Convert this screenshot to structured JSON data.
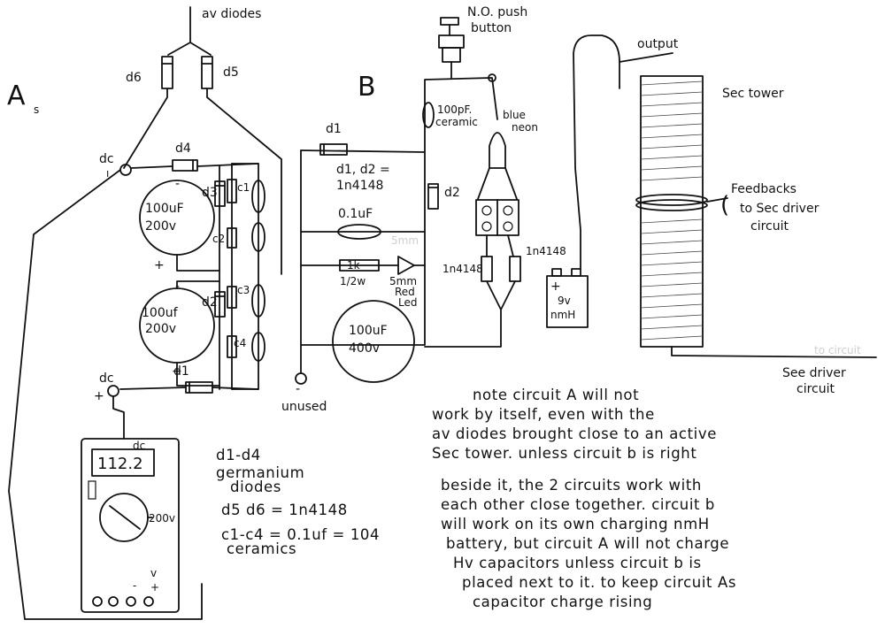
{
  "circuit_a": {
    "label": "A",
    "subscript": "s",
    "av_diodes_label": "av diodes",
    "d6": "d6",
    "d5": "d5",
    "d4": "d4",
    "d3": "d3",
    "d2": "d2",
    "d1": "d1",
    "c1": "c1",
    "c2": "c2",
    "c3": "c3",
    "c4": "c4",
    "dc_top": "dc",
    "dc_bottom": "dc",
    "cap_top_value": "100uF",
    "cap_top_voltage": "200v",
    "cap_bottom_value": "100uf",
    "cap_bottom_voltage": "200v",
    "meter_reading": "112.2",
    "meter_mode": "dc",
    "meter_range": "200v"
  },
  "legend": {
    "line1": "d1-d4",
    "line2": "germanium",
    "line3": "diodes",
    "line4": "d5 d6 = 1n4148",
    "line5": "c1-c4 = 0.1uf = 104",
    "line6": "ceramics"
  },
  "circuit_b": {
    "label": "B",
    "d1": "d1",
    "d1d2": "d1, d2 =",
    "d1d2_part": "1n4148",
    "cap_small": "0.1uF",
    "resistor": "1k",
    "resistor_watt": "1/2w",
    "led_size": "5mm",
    "led_color": "Red",
    "led_type": "Led",
    "bigcap_value": "100uF",
    "bigcap_voltage": "400v",
    "unused": "unused",
    "push_button_1": "N.O. push",
    "push_button_2": "button",
    "pf_cap": "100pF.",
    "pf_type": "ceramic",
    "neon_color": "blue",
    "neon": "neon",
    "d2": "d2",
    "diode_left": "1n4148",
    "diode_right": "1n4148",
    "battery_voltage": "9v",
    "battery_type": "nmH"
  },
  "tower": {
    "output": "output",
    "label": "Sec tower",
    "feedback_1": "Feedbacks",
    "feedback_2": "to Sec driver",
    "feedback_3": "circuit",
    "to_driver_1": "See driver",
    "to_driver_2": "circuit"
  },
  "note": [
    "note circuit A will not",
    "work by itself, even with the",
    "av diodes brought close to an active",
    "Sec tower. unless circuit b is right",
    "beside it, the 2 circuits work with",
    "each other close together. circuit b",
    "will work on its own charging nmH",
    "battery, but circuit A will not charge",
    "Hv capacitors unless circuit b is",
    "placed next to it. to keep circuit As",
    "capacitor charge rising"
  ]
}
